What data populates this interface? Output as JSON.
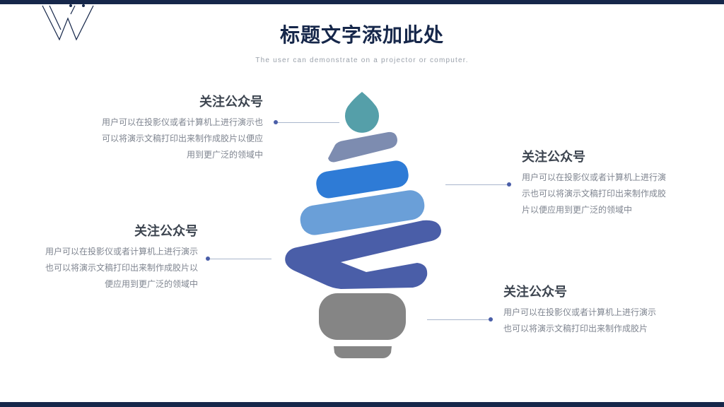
{
  "header": {
    "title": "标题文字添加此处",
    "subtitle": "The user can demonstrate on a projector or computer."
  },
  "colors": {
    "navy": "#16274a",
    "teal_drop": "#559fa9",
    "slate_band": "#7d8cb0",
    "blue_band": "#2e7bd6",
    "light_blue_band": "#6a9fd8",
    "indigo_band": "#4a5ea8",
    "gray_base": "#858585",
    "connector": "#a9b6cc"
  },
  "blocks": [
    {
      "heading": "关注公众号",
      "lines": [
        "用户可以在投影仪或者计算机上进行演示也",
        "可以将演示文稿打印出来制作成胶片以便应",
        "用到更广泛的领域中"
      ]
    },
    {
      "heading": "关注公众号",
      "lines": [
        "用户可以在投影仪或者计算机上进行演示",
        "也可以将演示文稿打印出来制作成胶片以",
        "便应用到更广泛的领域中"
      ]
    },
    {
      "heading": "关注公众号",
      "lines": [
        "用户可以在投影仪或者计算机上进行演",
        "示也可以将演示文稿打印出来制作成胶",
        "片以便应用到更广泛的领域中"
      ]
    },
    {
      "heading": "关注公众号",
      "lines": [
        "用户可以在投影仪或者计算机上进行演示",
        "也可以将演示文稿打印出来制作成胶片"
      ]
    }
  ]
}
